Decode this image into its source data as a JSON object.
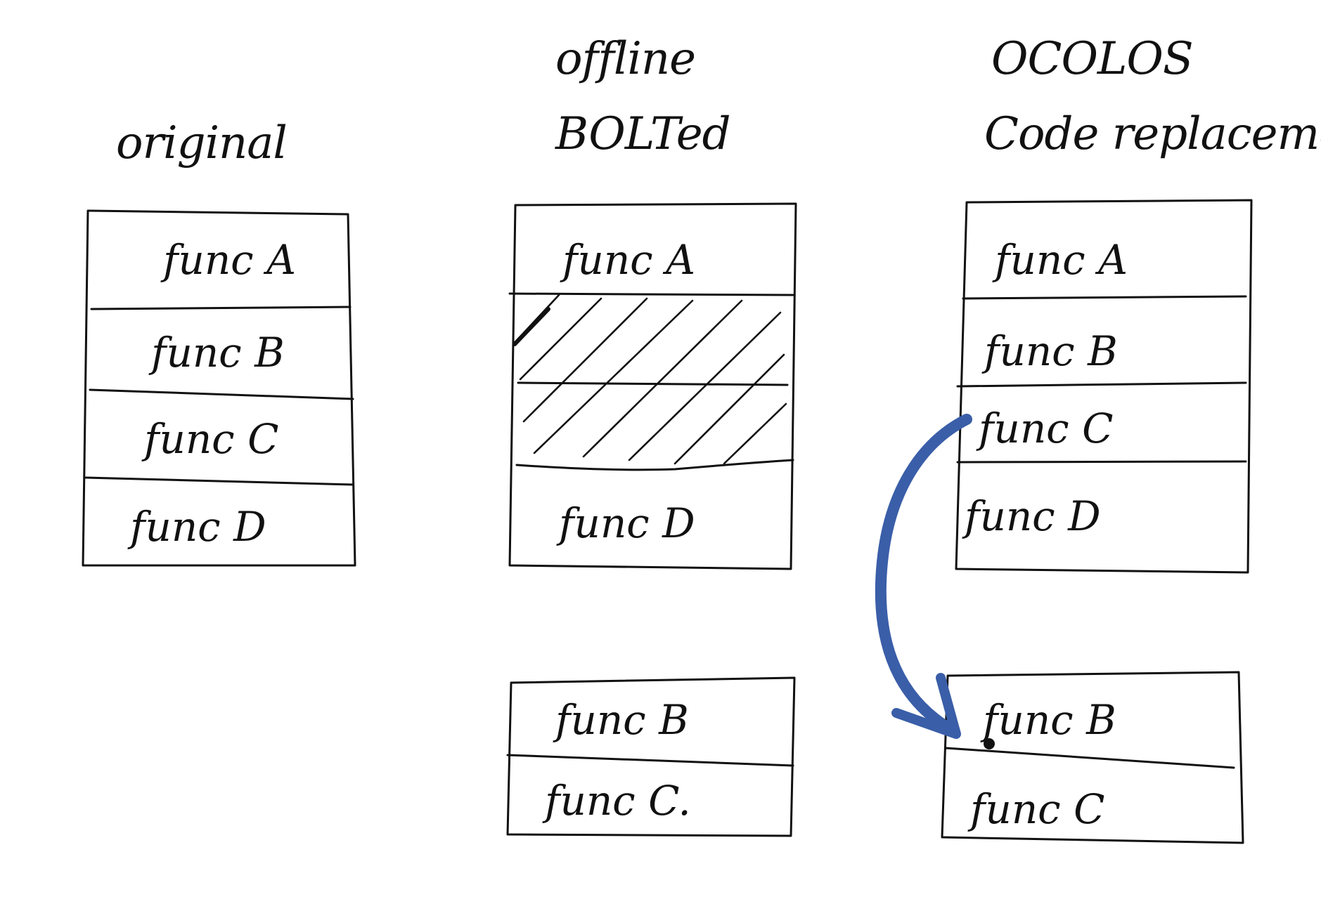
{
  "columns": [
    {
      "title_lines": [
        "original"
      ],
      "blocks": [
        {
          "cells": [
            "func A",
            "func B",
            "func C",
            "func D"
          ]
        }
      ]
    },
    {
      "title_lines": [
        "offline",
        "BOLTed"
      ],
      "blocks": [
        {
          "cells": [
            "func A",
            "",
            "",
            "func D"
          ],
          "hatched_cells": [
            1,
            2
          ]
        },
        {
          "cells": [
            "func B",
            "func C."
          ]
        }
      ]
    },
    {
      "title_lines": [
        "OCOLOS",
        "Code replacement."
      ],
      "blocks": [
        {
          "cells": [
            "func A",
            "func B",
            "func C",
            "func D"
          ]
        },
        {
          "cells": [
            "func B",
            "func C"
          ]
        }
      ]
    }
  ],
  "arrow": {
    "from": "func C",
    "to": "func B",
    "color": "#3a5ea8"
  }
}
